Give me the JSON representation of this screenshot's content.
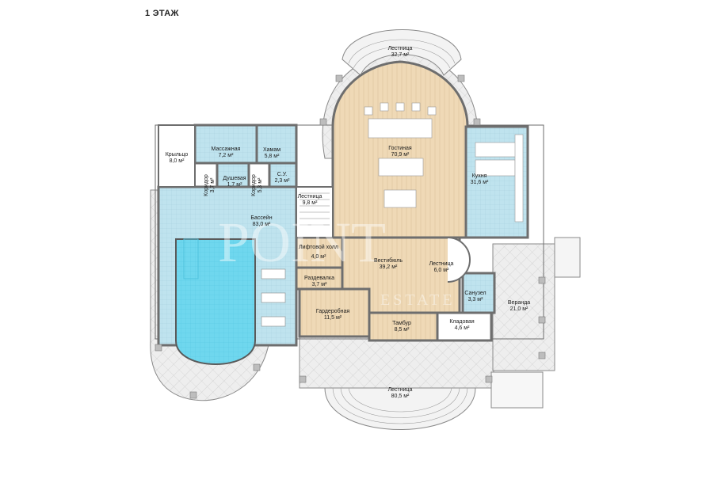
{
  "floor_title": "1 ЭТАЖ",
  "watermark": {
    "main": "POINT",
    "sub": "ESTATE"
  },
  "colors": {
    "wall": "#6e6e6e",
    "column": "#bdbdbd",
    "wood": "#efd9b6",
    "tile_blue": "#bfe3ee",
    "pool_water": "#6fd7ee",
    "terrace": "#ececec",
    "furniture": "#ffffff"
  },
  "rooms": {
    "stairs_top": {
      "name": "Лестница",
      "area": "32,7 м²"
    },
    "living": {
      "name": "Гостиная",
      "area": "70,9 м²"
    },
    "kitchen": {
      "name": "Кухня",
      "area": "31,6 м²"
    },
    "massage": {
      "name": "Массажная",
      "area": "7,2 м²"
    },
    "hamam": {
      "name": "Хамам",
      "area": "5,8 м²"
    },
    "porch": {
      "name": "Крыльцо",
      "area": "8,0 м²"
    },
    "shower": {
      "name": "Душевая",
      "area": "1,7 м²"
    },
    "corridor_a": {
      "name": "Коридор",
      "area": "3,7 м²"
    },
    "corridor_b": {
      "name": "Коридор",
      "area": "5,3 м²"
    },
    "wc_small": {
      "name": "С.У.",
      "area": "2,3 м²"
    },
    "stairs_mid": {
      "name": "Лестница",
      "area": "9,8 м²"
    },
    "pool": {
      "name": "Бассейн",
      "area": "83,0 м²"
    },
    "lift_hall": {
      "name": "Лифтовой холл",
      "area": "4,0 м²"
    },
    "hall": {
      "name": "Вестибюль",
      "area": "39,2 м²"
    },
    "stairs_spiral": {
      "name": "Лестница",
      "area": "6,0 м²"
    },
    "locker": {
      "name": "Раздевалка",
      "area": "3,7 м²"
    },
    "wardrobe": {
      "name": "Гардеробная",
      "area": "11,5 м²"
    },
    "vestibule": {
      "name": "Тамбур",
      "area": "8,5 м²"
    },
    "pantry": {
      "name": "Кладовая",
      "area": "4,6 м²"
    },
    "bathroom": {
      "name": "Санузел",
      "area": "3,3 м²"
    },
    "veranda": {
      "name": "Веранда",
      "area": "21,0 м²"
    },
    "stairs_bottom": {
      "name": "Лестница",
      "area": "80,5 м²"
    }
  }
}
